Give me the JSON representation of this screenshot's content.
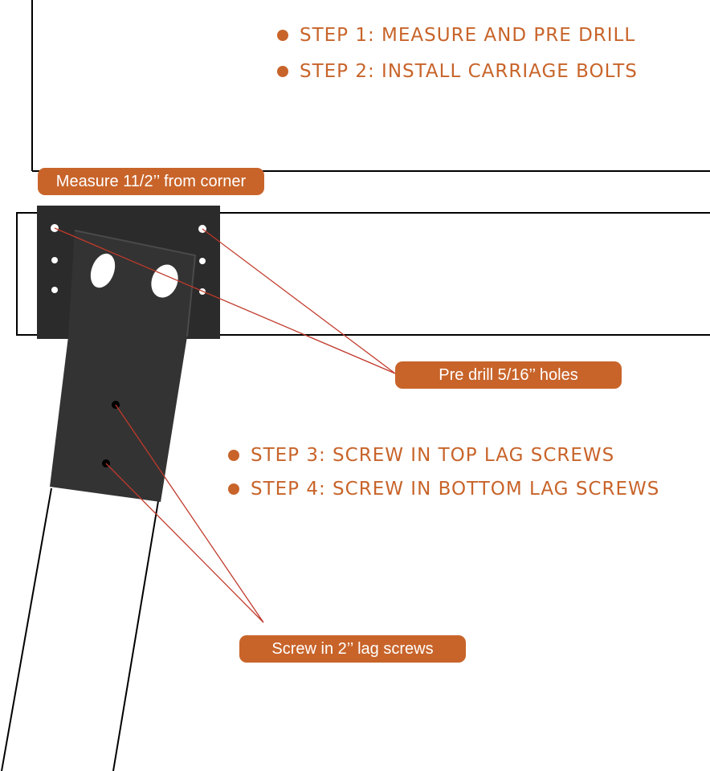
{
  "steps_top": [
    "STEP 1: MEASURE AND PRE DRILL",
    "STEP 2: INSTALL CARRIAGE BOLTS"
  ],
  "steps_bottom": [
    "STEP 3: SCREW IN TOP LAG SCREWS",
    "STEP 4: SCREW IN BOTTOM LAG SCREWS"
  ],
  "callouts": {
    "measure": "Measure 11/2’’ from corner",
    "pre_drill": "Pre drill 5/16’’ holes",
    "lag_screws": "Screw in 2’’ lag screws"
  },
  "colors": {
    "accent": "#c8642a",
    "bracket": "#2b2b2b",
    "leader_line": "#c0392b",
    "outline": "#000000"
  }
}
